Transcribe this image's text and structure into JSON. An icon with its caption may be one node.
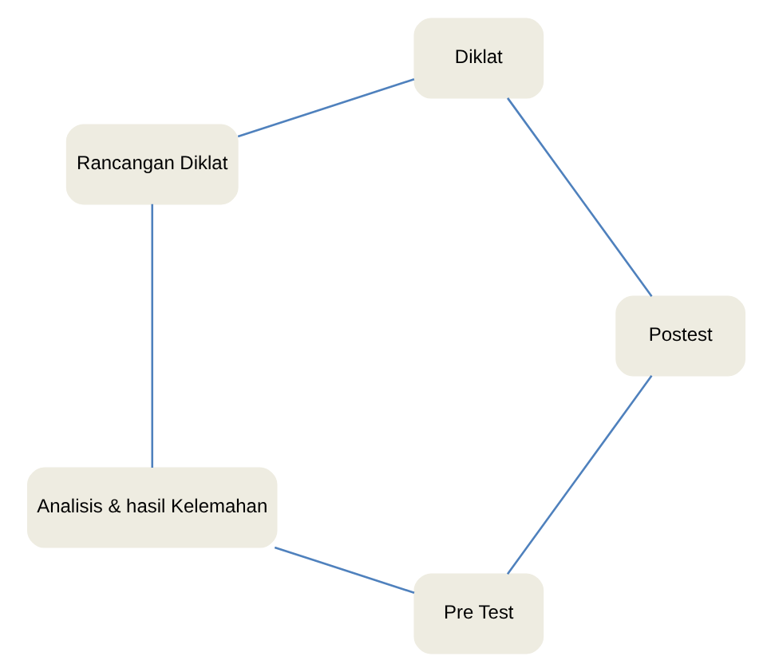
{
  "diagram": {
    "nodes": [
      {
        "text": [
          "Pre Test"
        ]
      },
      {
        "text": [
          "Analisis & hasil Kelemahan"
        ]
      },
      {
        "text": [
          "Rancangan Diklat"
        ]
      },
      {
        "text": [
          "Diklat"
        ]
      },
      {
        "text": [
          "Postest"
        ]
      }
    ],
    "edges": [
      {
        "from": 0,
        "to": 1,
        "arrow": "none"
      },
      {
        "from": 1,
        "to": 2,
        "arrow": "none"
      },
      {
        "from": 2,
        "to": 3,
        "arrow": "none"
      },
      {
        "from": 3,
        "to": 4,
        "arrow": "none"
      },
      {
        "from": 4,
        "to": 0,
        "arrow": "none"
      }
    ]
  }
}
